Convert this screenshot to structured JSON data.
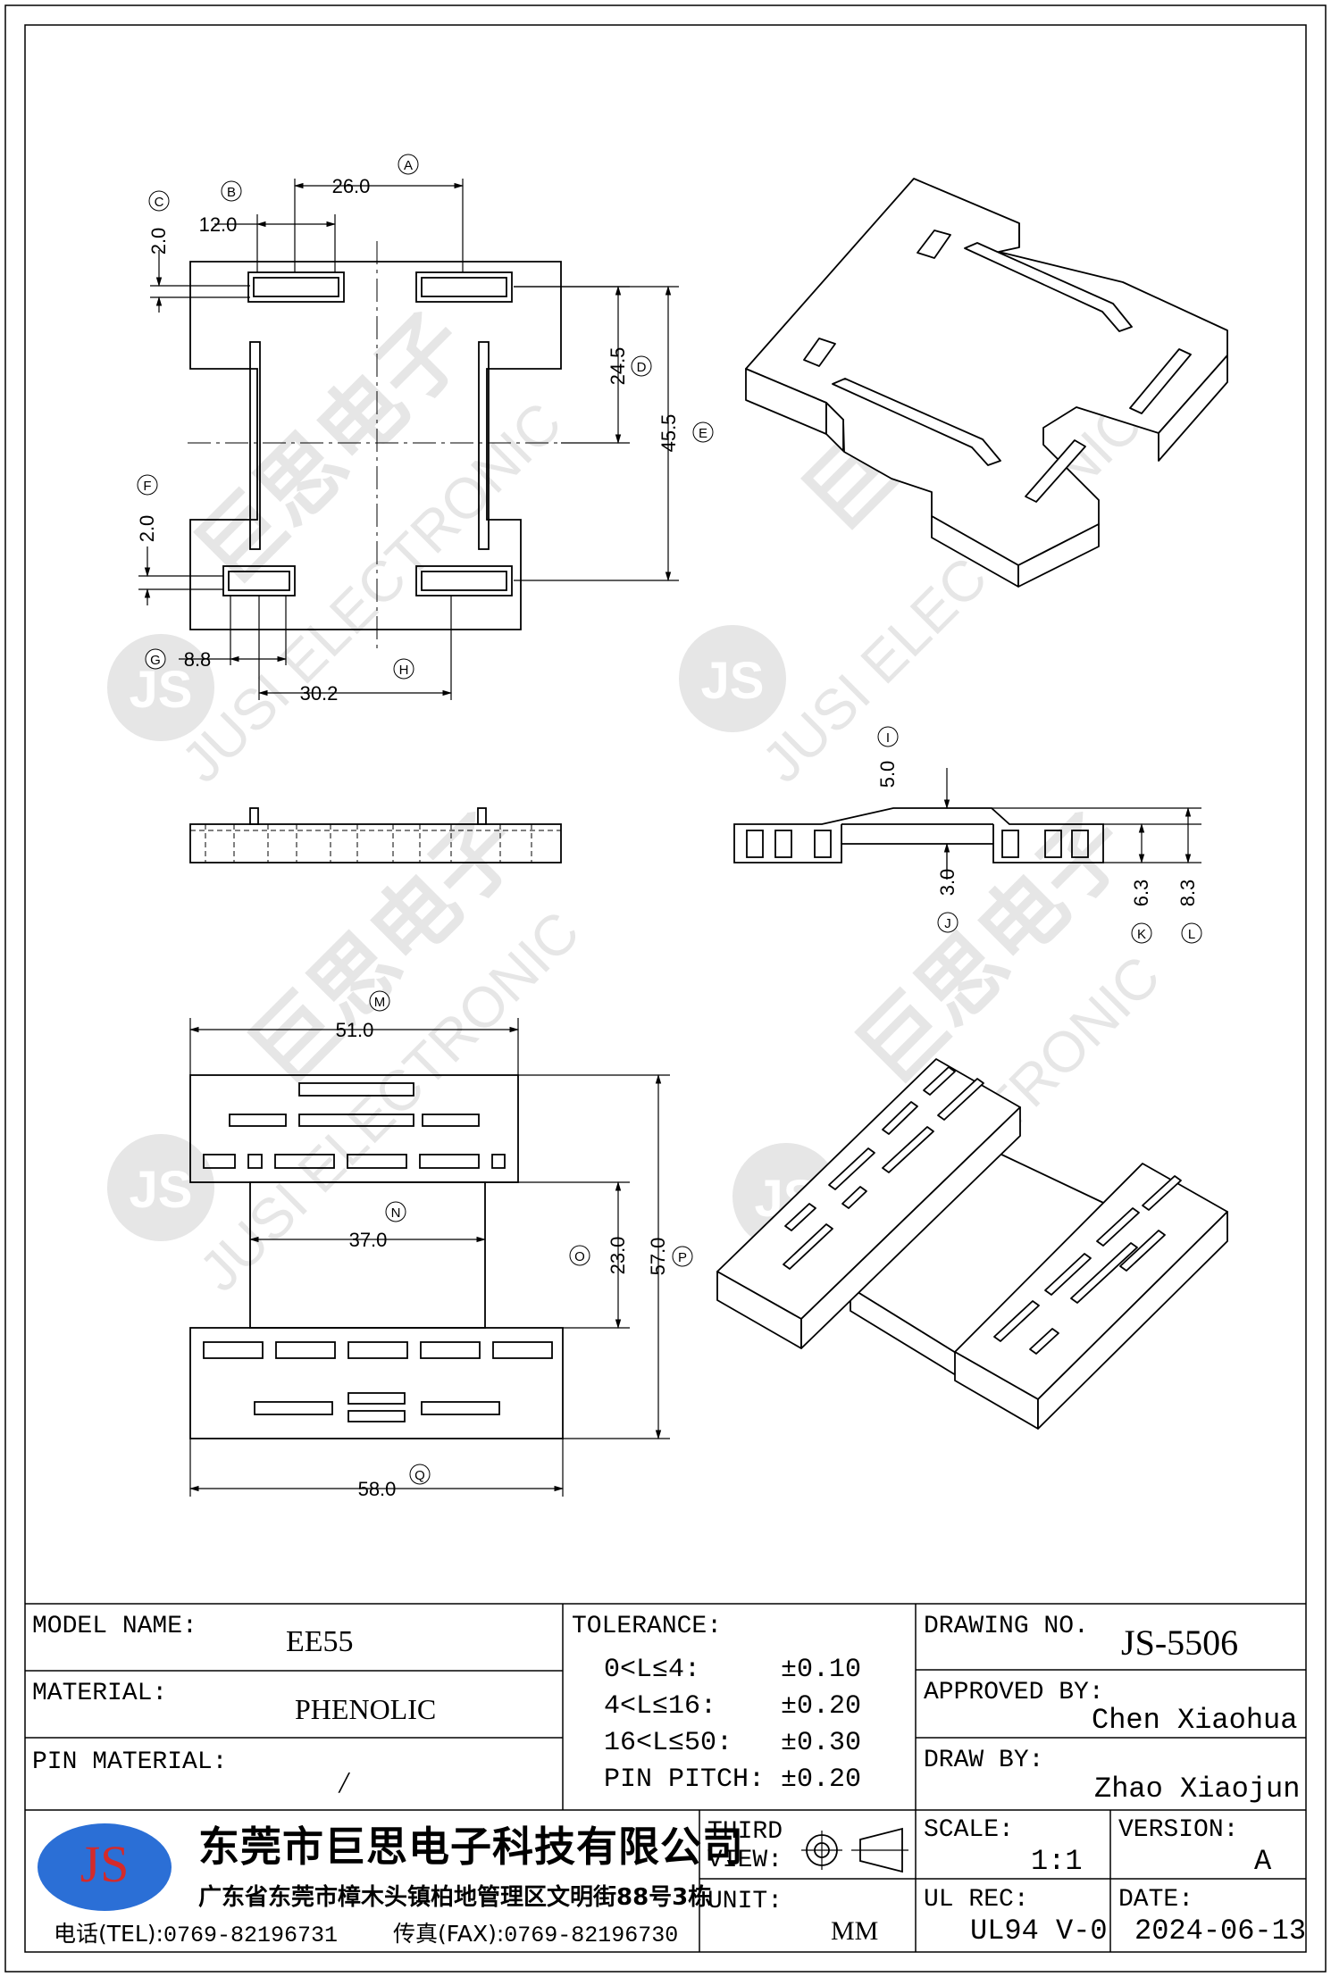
{
  "watermark": {
    "logo_text": "JS",
    "company_text": "巨思电子",
    "brand_text": "JUSI ELECTRONIC"
  },
  "dimensions": {
    "A": {
      "label": "A",
      "value": "26.0"
    },
    "B": {
      "label": "B",
      "value": "12.0"
    },
    "C": {
      "label": "C",
      "value": "2.0"
    },
    "D": {
      "label": "D",
      "value": "24.5"
    },
    "E": {
      "label": "E",
      "value": "45.5"
    },
    "F": {
      "label": "F",
      "value": "2.0"
    },
    "G": {
      "label": "G",
      "value": "8.8"
    },
    "H": {
      "label": "H",
      "value": "30.2"
    },
    "I": {
      "label": "I",
      "value": "5.0"
    },
    "J": {
      "label": "J",
      "value": "3.0"
    },
    "K": {
      "label": "K",
      "value": "6.3"
    },
    "L": {
      "label": "L",
      "value": "8.3"
    },
    "M": {
      "label": "M",
      "value": "51.0"
    },
    "N": {
      "label": "N",
      "value": "37.0"
    },
    "O": {
      "label": "O",
      "value": "23.0"
    },
    "P": {
      "label": "P",
      "value": "57.0"
    },
    "Q": {
      "label": "Q",
      "value": "58.0"
    }
  },
  "title_block": {
    "model_name_label": "MODEL NAME:",
    "model_name_value": "EE55",
    "material_label": "MATERIAL:",
    "material_value": "PHENOLIC",
    "pin_material_label": "PIN MATERIAL:",
    "pin_material_value": "/",
    "tolerance_label": "TOLERANCE:",
    "tolerances": [
      {
        "range": "0<L≤4:",
        "value": "±0.10"
      },
      {
        "range": "4<L≤16:",
        "value": "±0.20"
      },
      {
        "range": "16<L≤50:",
        "value": "±0.30"
      },
      {
        "range": "PIN PITCH:",
        "value": "±0.20"
      }
    ],
    "drawing_no_label": "DRAWING NO.",
    "drawing_no_value": "JS-5506",
    "approved_by_label": "APPROVED BY:",
    "approved_by_value": "Chen Xiaohua",
    "draw_by_label": "DRAW BY:",
    "draw_by_value": "Zhao Xiaojun",
    "logo_text": "JS",
    "company_name": "东莞市巨思电子科技有限公司",
    "company_address": "广东省东莞市樟木头镇柏地管理区文明街88号3栋",
    "tel_label": "电话(TEL):",
    "tel_value": "0769-82196731",
    "fax_label": "传真(FAX):",
    "fax_value": "0769-82196730",
    "third_view_label_1": "THIRD",
    "third_view_label_2": "VIEW:",
    "unit_label": "UNIT:",
    "unit_value": "MM",
    "scale_label": "SCALE:",
    "scale_value": "1:1",
    "version_label": "VERSION:",
    "version_value": "A",
    "ul_rec_label": "UL REC:",
    "ul_rec_value": "UL94 V-0",
    "date_label": "DATE:",
    "date_value": "2024-06-13"
  }
}
